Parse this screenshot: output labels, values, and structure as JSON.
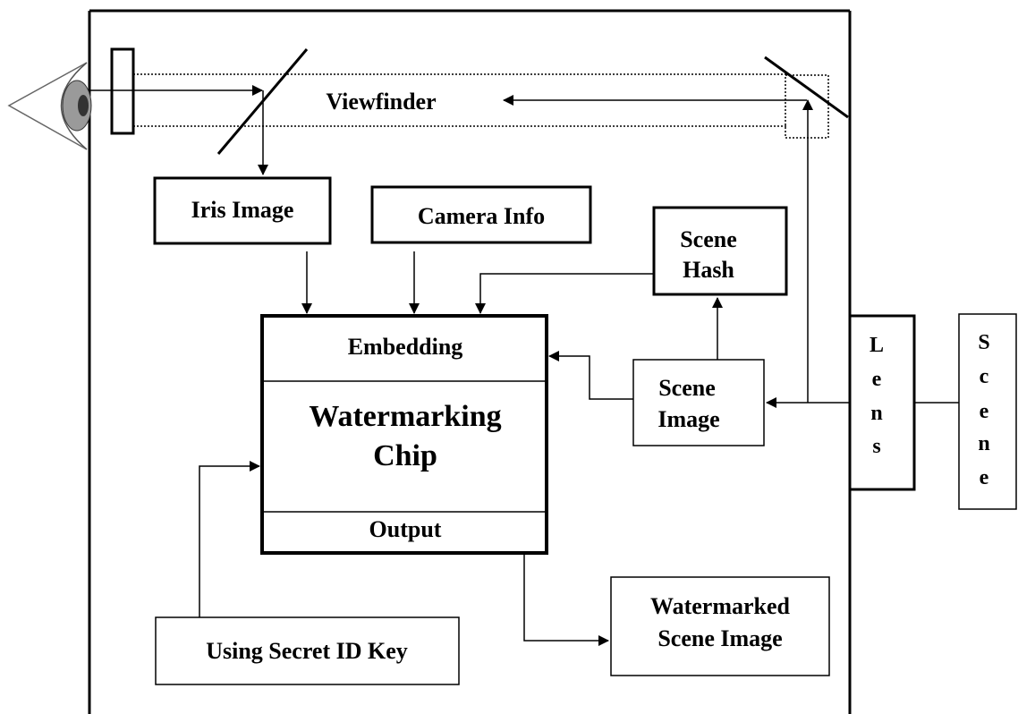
{
  "labels": {
    "viewfinder": "Viewfinder",
    "iris_image": "Iris Image",
    "camera_info": "Camera Info",
    "scene_hash_line1": "Scene",
    "scene_hash_line2": "Hash",
    "embedding": "Embedding",
    "chip_line1": "Watermarking",
    "chip_line2": "Chip",
    "output": "Output",
    "scene_image_line1": "Scene",
    "scene_image_line2": "Image",
    "secret_key": "Using Secret ID Key",
    "watermarked_line1": "Watermarked",
    "watermarked_line2": "Scene Image",
    "lens_letters": [
      "L",
      "e",
      "n",
      "s"
    ],
    "scene_letters": [
      "S",
      "c",
      "e",
      "n",
      "e"
    ]
  },
  "icons": {
    "eye": "eye-icon"
  },
  "colors": {
    "stroke": "#000000",
    "pupil": "#333333",
    "iris": "#9a9a9a"
  }
}
